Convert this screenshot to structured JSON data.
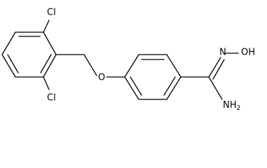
{
  "molecule": {
    "atoms": {
      "cl_top": "Cl",
      "cl_bottom": "Cl",
      "oxygen_ether": "O",
      "oxime": "N",
      "hydroxyl": "OH",
      "amine": "NH"
    },
    "amine_subscript": "2",
    "colors": {
      "bond": "#000000",
      "label": "#000000",
      "background": "#ffffff"
    }
  }
}
